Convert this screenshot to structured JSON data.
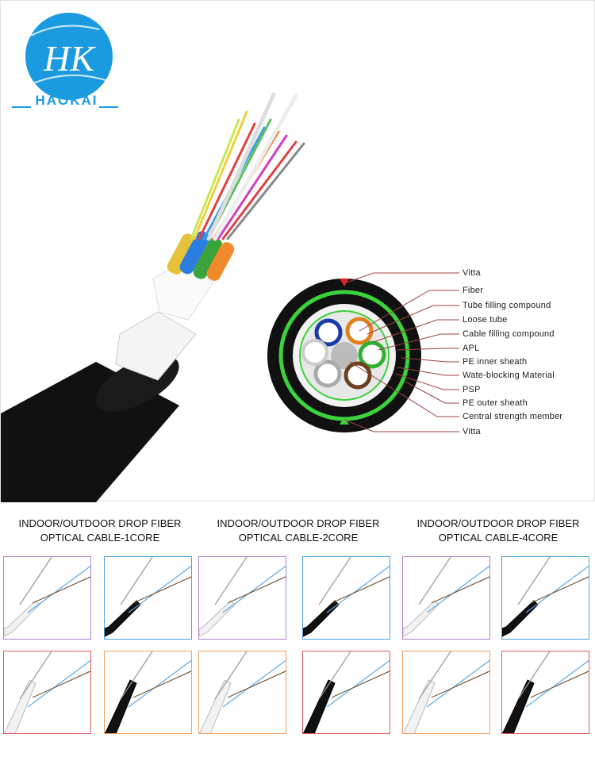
{
  "brand": {
    "monogram": "HK",
    "name": "HAOKAI",
    "color": "#1a9be0"
  },
  "cross_section_legend": [
    "Vitta",
    "Fiber",
    "Tube filling compound",
    "Loose tube",
    "Cable filling compound",
    "APL",
    "PE inner sheath",
    "Wate-blocking Material",
    "PSP",
    "PE outer sheath",
    "Central strength member",
    "Vitta"
  ],
  "products": [
    {
      "title_line1": "INDOOR/OUTDOOR DROP FIBER",
      "title_line2": "OPTICAL CABLE-1CORE"
    },
    {
      "title_line1": "INDOOR/OUTDOOR DROP FIBER",
      "title_line2": "OPTICAL CABLE-2CORE"
    },
    {
      "title_line1": "INDOOR/OUTDOOR DROP FIBER",
      "title_line2": "OPTICAL CABLE-4CORE"
    }
  ],
  "colors": {
    "thumb_border_purple": "#b07fd6",
    "thumb_border_blue": "#4aa3e0",
    "thumb_border_red": "#e05a5a",
    "thumb_border_orange": "#f0a060",
    "sheath_green": "#3cd23c"
  }
}
